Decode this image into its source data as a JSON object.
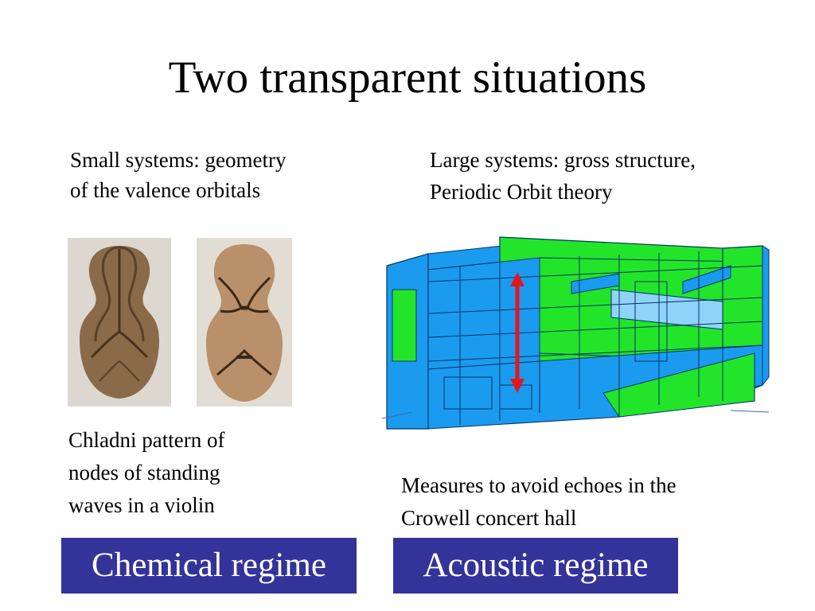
{
  "slide": {
    "title": "Two transparent situations",
    "left_heading": "Small systems: geometry\nof the valence orbitals",
    "right_heading": " Large systems: gross structure,\nPeriodic Orbit theory",
    "left_caption": "Chladni pattern of\nnodes  of standing\nwaves in a violin",
    "right_caption": "Measures to avoid echoes in the\nCrowell concert hall",
    "left_label": "Chemical regime",
    "right_label": "Acoustic regime"
  },
  "colors": {
    "label_background": "#333399",
    "label_text": "#ffffff",
    "hall_blue": "#1a9bef",
    "hall_green": "#22e52a",
    "arrow": "#e8141c"
  }
}
